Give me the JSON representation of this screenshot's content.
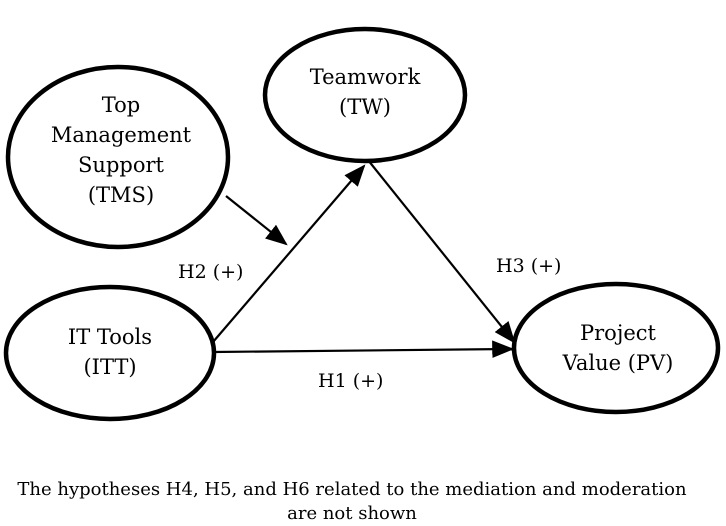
{
  "nodes": {
    "tms": {
      "lines": [
        "Top",
        "Management",
        "Support",
        "(TMS)"
      ]
    },
    "tw": {
      "lines": [
        "Teamwork",
        "(TW)"
      ]
    },
    "itt": {
      "lines": [
        "IT Tools",
        "(ITT)"
      ]
    },
    "pv": {
      "lines": [
        "Project",
        "Value (PV)"
      ]
    }
  },
  "edges": {
    "h1": {
      "label": "H1 (+)",
      "from": "itt",
      "to": "pv"
    },
    "h2": {
      "label": "H2 (+)",
      "from": "itt",
      "to": "tw"
    },
    "h3": {
      "label": "H3 (+)",
      "from": "tw",
      "to": "pv"
    },
    "moderation": {
      "from": "tms",
      "to": "h2"
    }
  },
  "caption": {
    "line1": "The hypotheses H4, H5, and H6 related to the mediation and moderation",
    "line2": "are not shown"
  }
}
